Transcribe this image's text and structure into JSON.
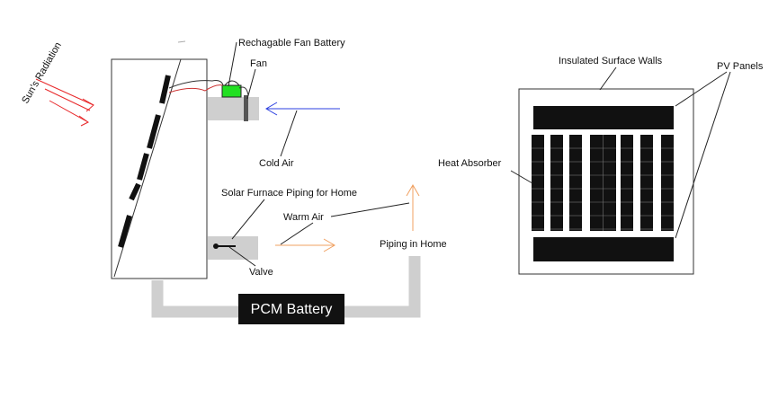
{
  "labels": {
    "sun": "Sun's Radiation",
    "battery": "Rechagable Fan Battery",
    "fan": "Fan",
    "cold_air": "Cold Air",
    "solar_piping": "Solar Furnace Piping for Home",
    "warm_air": "Warm Air",
    "valve": "Valve",
    "piping_home": "Piping in Home",
    "pcm": "PCM Battery",
    "insulated": "Insulated Surface Walls",
    "pv_panels": "PV Panels",
    "heat_absorber": "Heat Absorber"
  },
  "colors": {
    "radiation": "#e8282a",
    "cold_arrow": "#2b3fe0",
    "warm_arrow": "#f0a060",
    "duct": "#cfcfcf",
    "battery": "#22e022",
    "dark": "#111111"
  }
}
